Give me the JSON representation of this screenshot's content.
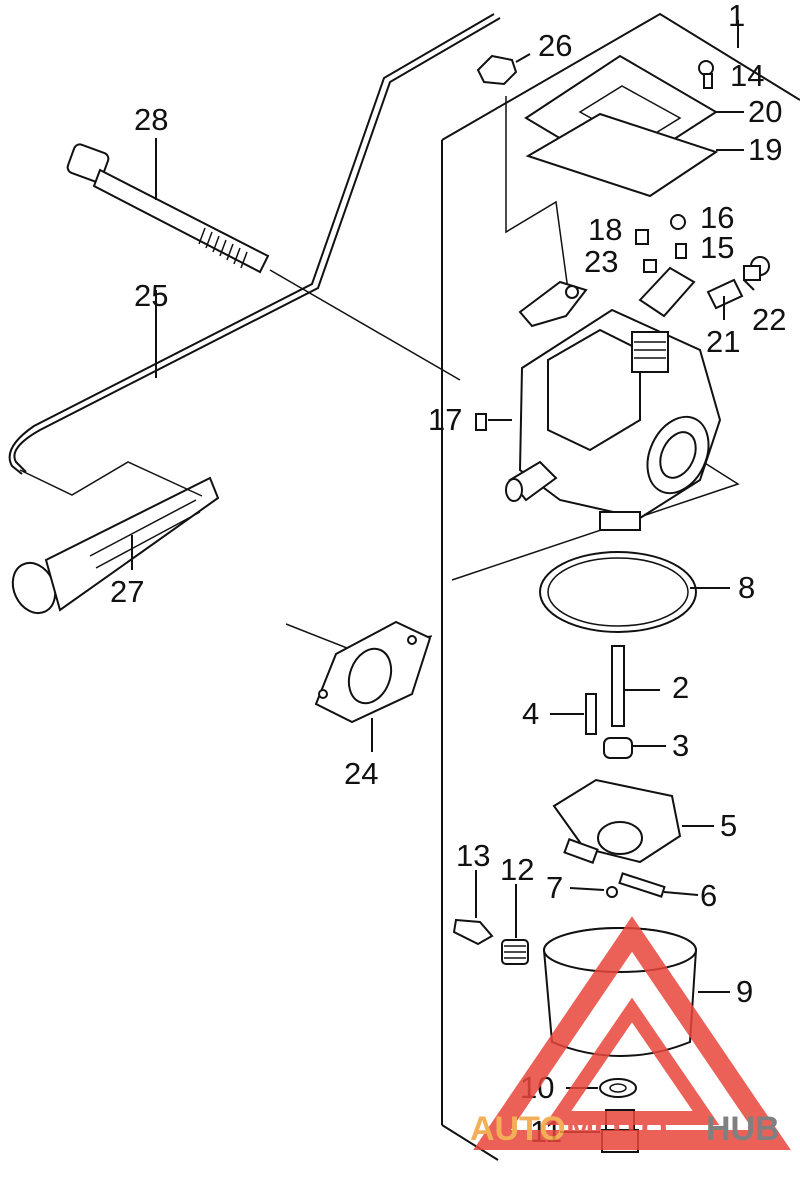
{
  "diagram": {
    "callouts": [
      "1",
      "2",
      "3",
      "4",
      "5",
      "6",
      "7",
      "8",
      "9",
      "10",
      "11",
      "12",
      "13",
      "14",
      "15",
      "16",
      "17",
      "18",
      "19",
      "20",
      "21",
      "22",
      "23",
      "24",
      "25",
      "26",
      "27",
      "28"
    ]
  },
  "watermark": {
    "part1": "AUTO",
    "part2": "MOTO",
    "part3": "HUB",
    "color_primary": "#e8463c",
    "color_secondary": "#f2a23a",
    "color_dark": "#6b6b6b"
  }
}
